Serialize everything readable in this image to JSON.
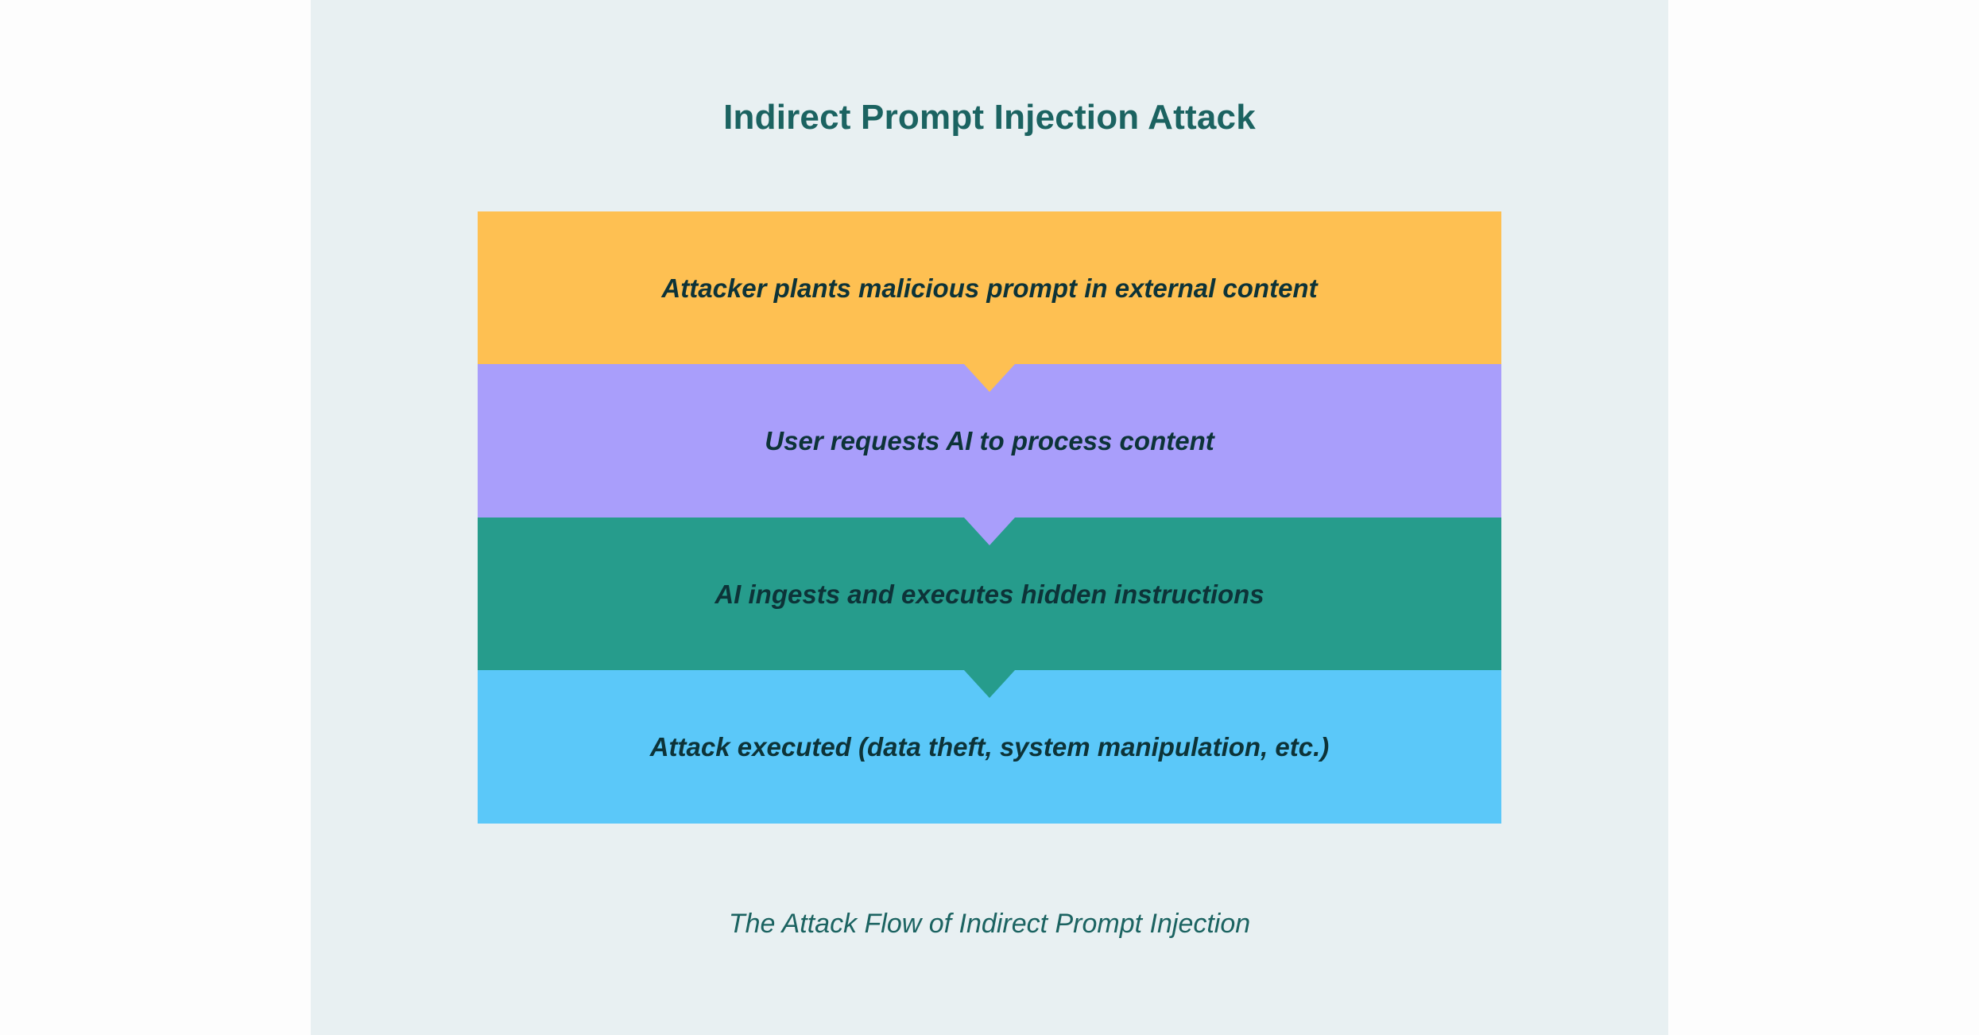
{
  "diagram": {
    "title": "Indirect Prompt Injection Attack",
    "caption": "The Attack Flow of Indirect Prompt Injection",
    "colors": {
      "page_background": "#fdfdfd",
      "panel_background": "#e8f0f2",
      "title_text": "#1b6361",
      "step_text": "#0d3338"
    },
    "steps": [
      {
        "label": "Attacker plants malicious prompt in external content",
        "color": "#fec052"
      },
      {
        "label": "User requests AI to process content",
        "color": "#a99efb"
      },
      {
        "label": "AI ingests and executes hidden instructions",
        "color": "#269c8c"
      },
      {
        "label": "Attack executed (data theft, system manipulation, etc.)",
        "color": "#5bc8f9"
      }
    ],
    "connectors": [
      {
        "from": 0,
        "to": 1,
        "icon": "down-arrow-notch"
      },
      {
        "from": 1,
        "to": 2,
        "icon": "down-arrow-notch"
      },
      {
        "from": 2,
        "to": 3,
        "icon": "down-arrow-notch"
      }
    ]
  }
}
